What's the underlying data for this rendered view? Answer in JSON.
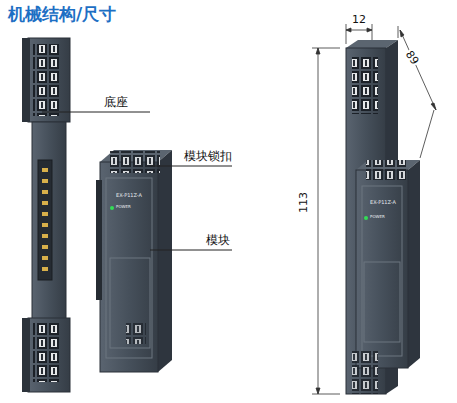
{
  "diagram": {
    "title": "机械结构/尺寸",
    "labels": [
      "底座",
      "模块锁扣",
      "模块",
      "EX-P11Z-A",
      "POWER",
      "12",
      "89",
      "113",
      "EX-P11Z-A",
      "POWER"
    ]
  }
}
